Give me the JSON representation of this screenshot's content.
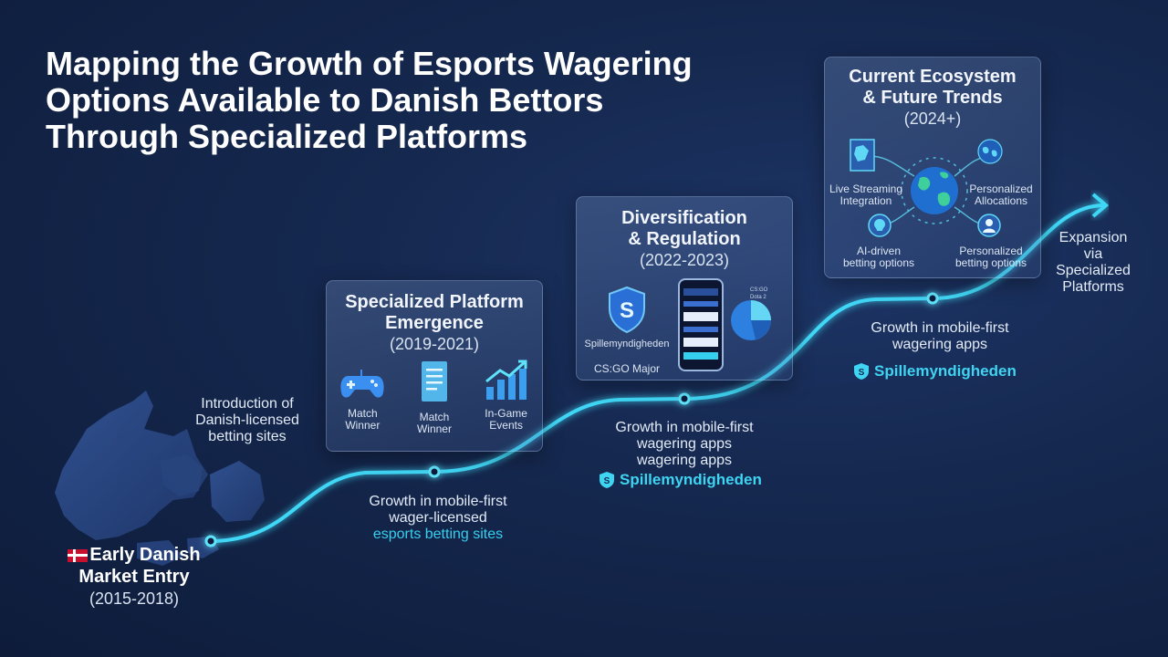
{
  "title": {
    "line1": "Mapping the Growth of Esports Wagering",
    "line2": "Options Available to Danish Bettors",
    "line3": "Through Specialized Platforms"
  },
  "stage1": {
    "title1": "Early Danish",
    "title2": "Market Entry",
    "years": "(2015-2018)"
  },
  "intro_label": {
    "line1": "Introduction of",
    "line2": "Danish-licensed",
    "line3": "betting sites"
  },
  "stage2": {
    "title1": "Specialized Platform",
    "title2": "Emergence",
    "years": "(2019-2021)",
    "items": [
      {
        "line1": "Match",
        "line2": "Winner"
      },
      {
        "line1": "Match",
        "line2": "Winner"
      },
      {
        "line1": "In-Game",
        "line2": "Events"
      }
    ]
  },
  "label_b": {
    "line1": "Growth in mobile-first",
    "line2": "wager-licensed",
    "line3": "esports betting sites"
  },
  "stage3": {
    "title1": "Diversification",
    "title2": "& Regulation",
    "years": "(2022-2023)",
    "shield_label": "Spillemyndigheden",
    "game_label": "CS:GO Major",
    "legend": [
      "CS:GO",
      "Dota 2"
    ]
  },
  "label_c": {
    "line1": "Growth in mobile-first",
    "line2": "wagering apps",
    "line3": "wagering apps"
  },
  "badge_c": "Spillemyndigheden",
  "stage4": {
    "title1": "Current Ecosystem",
    "title2": "& Future Trends",
    "years": "(2024+)",
    "feature_tl": {
      "line1": "Live Streaming",
      "line2": "Integration"
    },
    "feature_tr": {
      "line1": "Personalized",
      "line2": "Allocations"
    },
    "feature_bl": {
      "line1": "AI-driven",
      "line2": "betting options"
    },
    "feature_br": {
      "line1": "Personalized",
      "line2": "betting options"
    }
  },
  "label_d": {
    "line1": "Growth in mobile-first",
    "line2": "wagering apps"
  },
  "badge_d": "Spillemyndigheden",
  "expansion": {
    "line1": "Expansion",
    "line2": "via",
    "line3": "Specialized",
    "line4": "Platforms"
  },
  "colors": {
    "accent": "#35d0f0",
    "background": "#15284f",
    "card_border": "#aac3eb"
  },
  "icons": [
    "denmark-flag-icon",
    "gamepad-icon",
    "document-icon",
    "growth-chart-icon",
    "shield-icon",
    "phone-icon",
    "pie-chart-icon",
    "globe-icon",
    "map-icon",
    "world-icon",
    "bulb-icon",
    "person-icon"
  ]
}
